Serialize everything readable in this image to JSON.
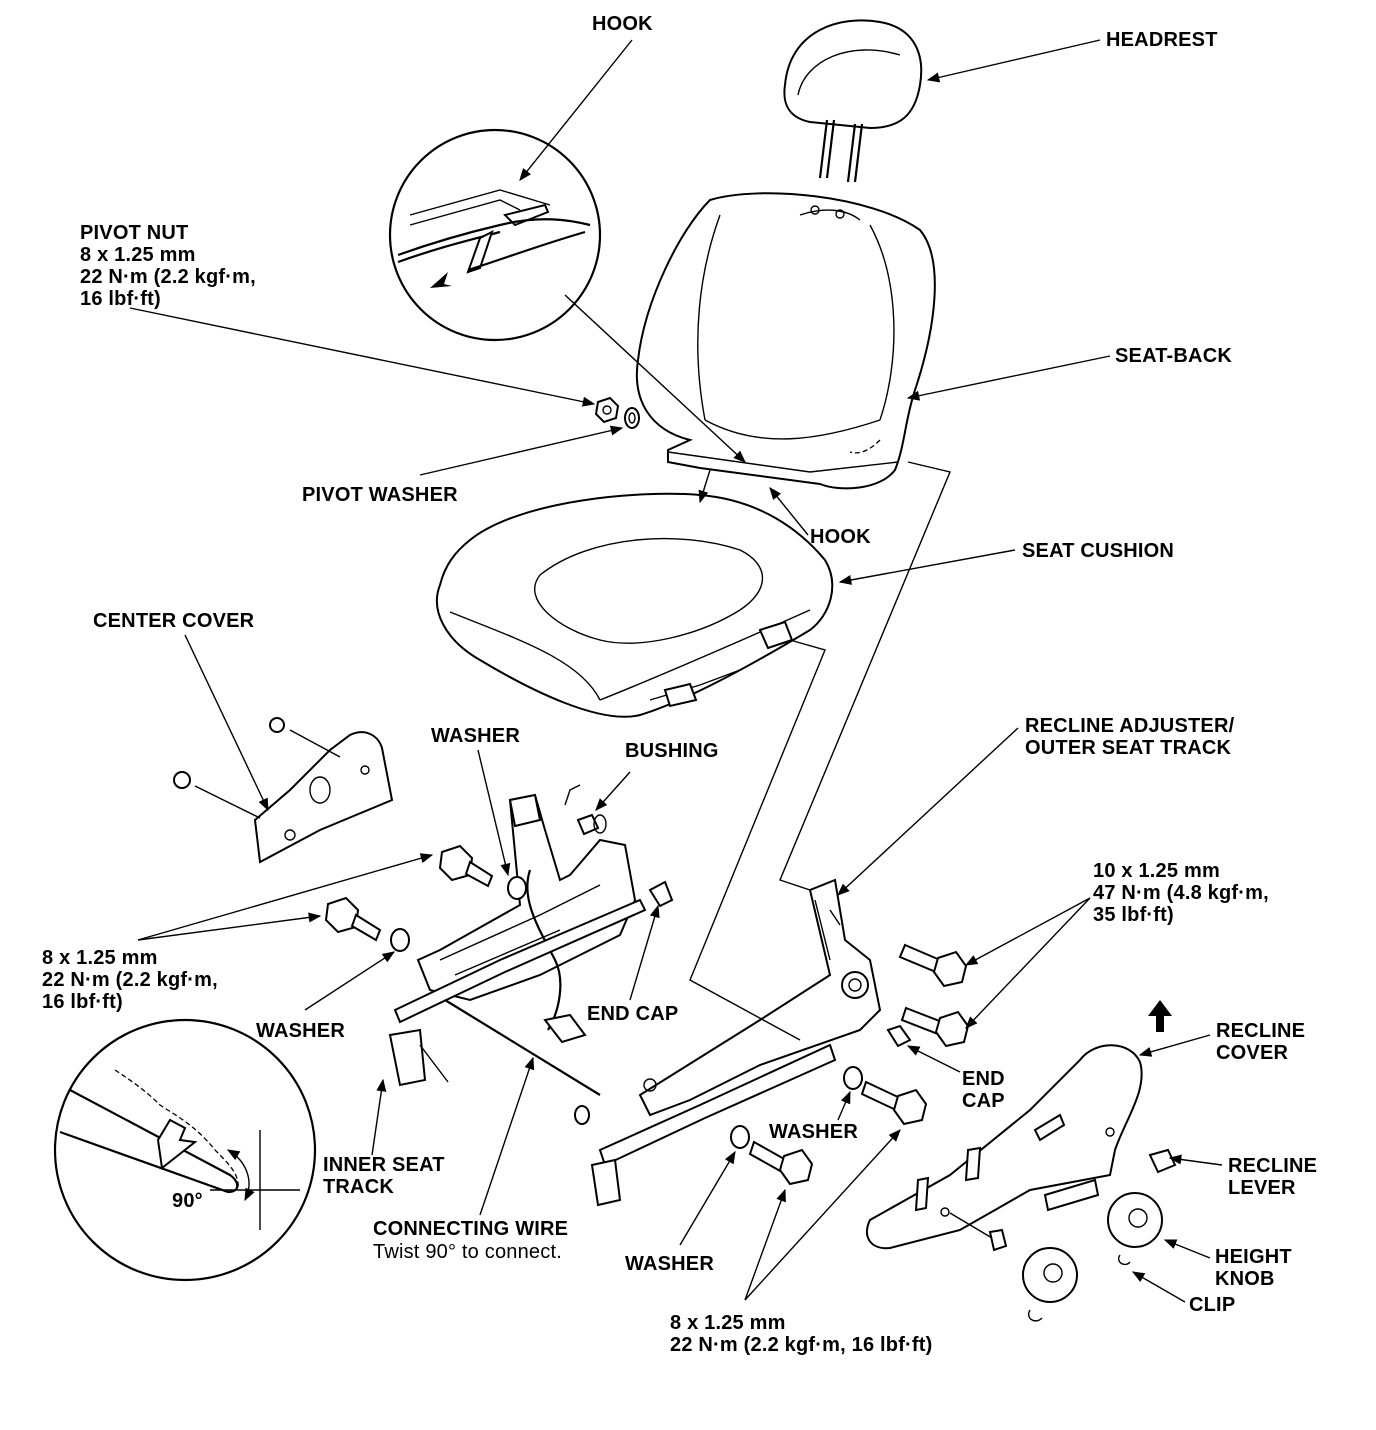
{
  "labels": {
    "hook_top": "HOOK",
    "headrest": "HEADREST",
    "pivot_nut": "PIVOT NUT\n8 x 1.25 mm\n22 N·m (2.2 kgf·m,\n16 lbf·ft)",
    "seat_back": "SEAT-BACK",
    "pivot_washer": "PIVOT WASHER",
    "hook_mid": "HOOK",
    "seat_cushion": "SEAT CUSHION",
    "center_cover": "CENTER COVER",
    "washer_upper": "WASHER",
    "bushing": "BUSHING",
    "recline_adjuster": "RECLINE ADJUSTER/\nOUTER SEAT TRACK",
    "bolt_10": "10 x 1.25 mm\n47 N·m (4.8 kgf·m,\n35 lbf·ft)",
    "bolt_8_left": "8 x 1.25 mm\n22 N·m (2.2 kgf·m,\n16 lbf·ft)",
    "end_cap_left": "END CAP",
    "washer_left": "WASHER",
    "recline_cover": "RECLINE\nCOVER",
    "end_cap_right": "END\nCAP",
    "washer_mid": "WASHER",
    "inner_seat_track": "INNER SEAT\nTRACK",
    "recline_lever": "RECLINE\nLEVER",
    "height_knob": "HEIGHT\nKNOB",
    "connecting_wire": "CONNECTING WIRE",
    "connecting_wire_note": "Twist 90° to connect.",
    "washer_bottom": "WASHER",
    "clip": "CLIP",
    "bolt_8_bottom": "8 x 1.25 mm\n22 N·m (2.2 kgf·m, 16 lbf·ft)",
    "angle": "90°"
  }
}
